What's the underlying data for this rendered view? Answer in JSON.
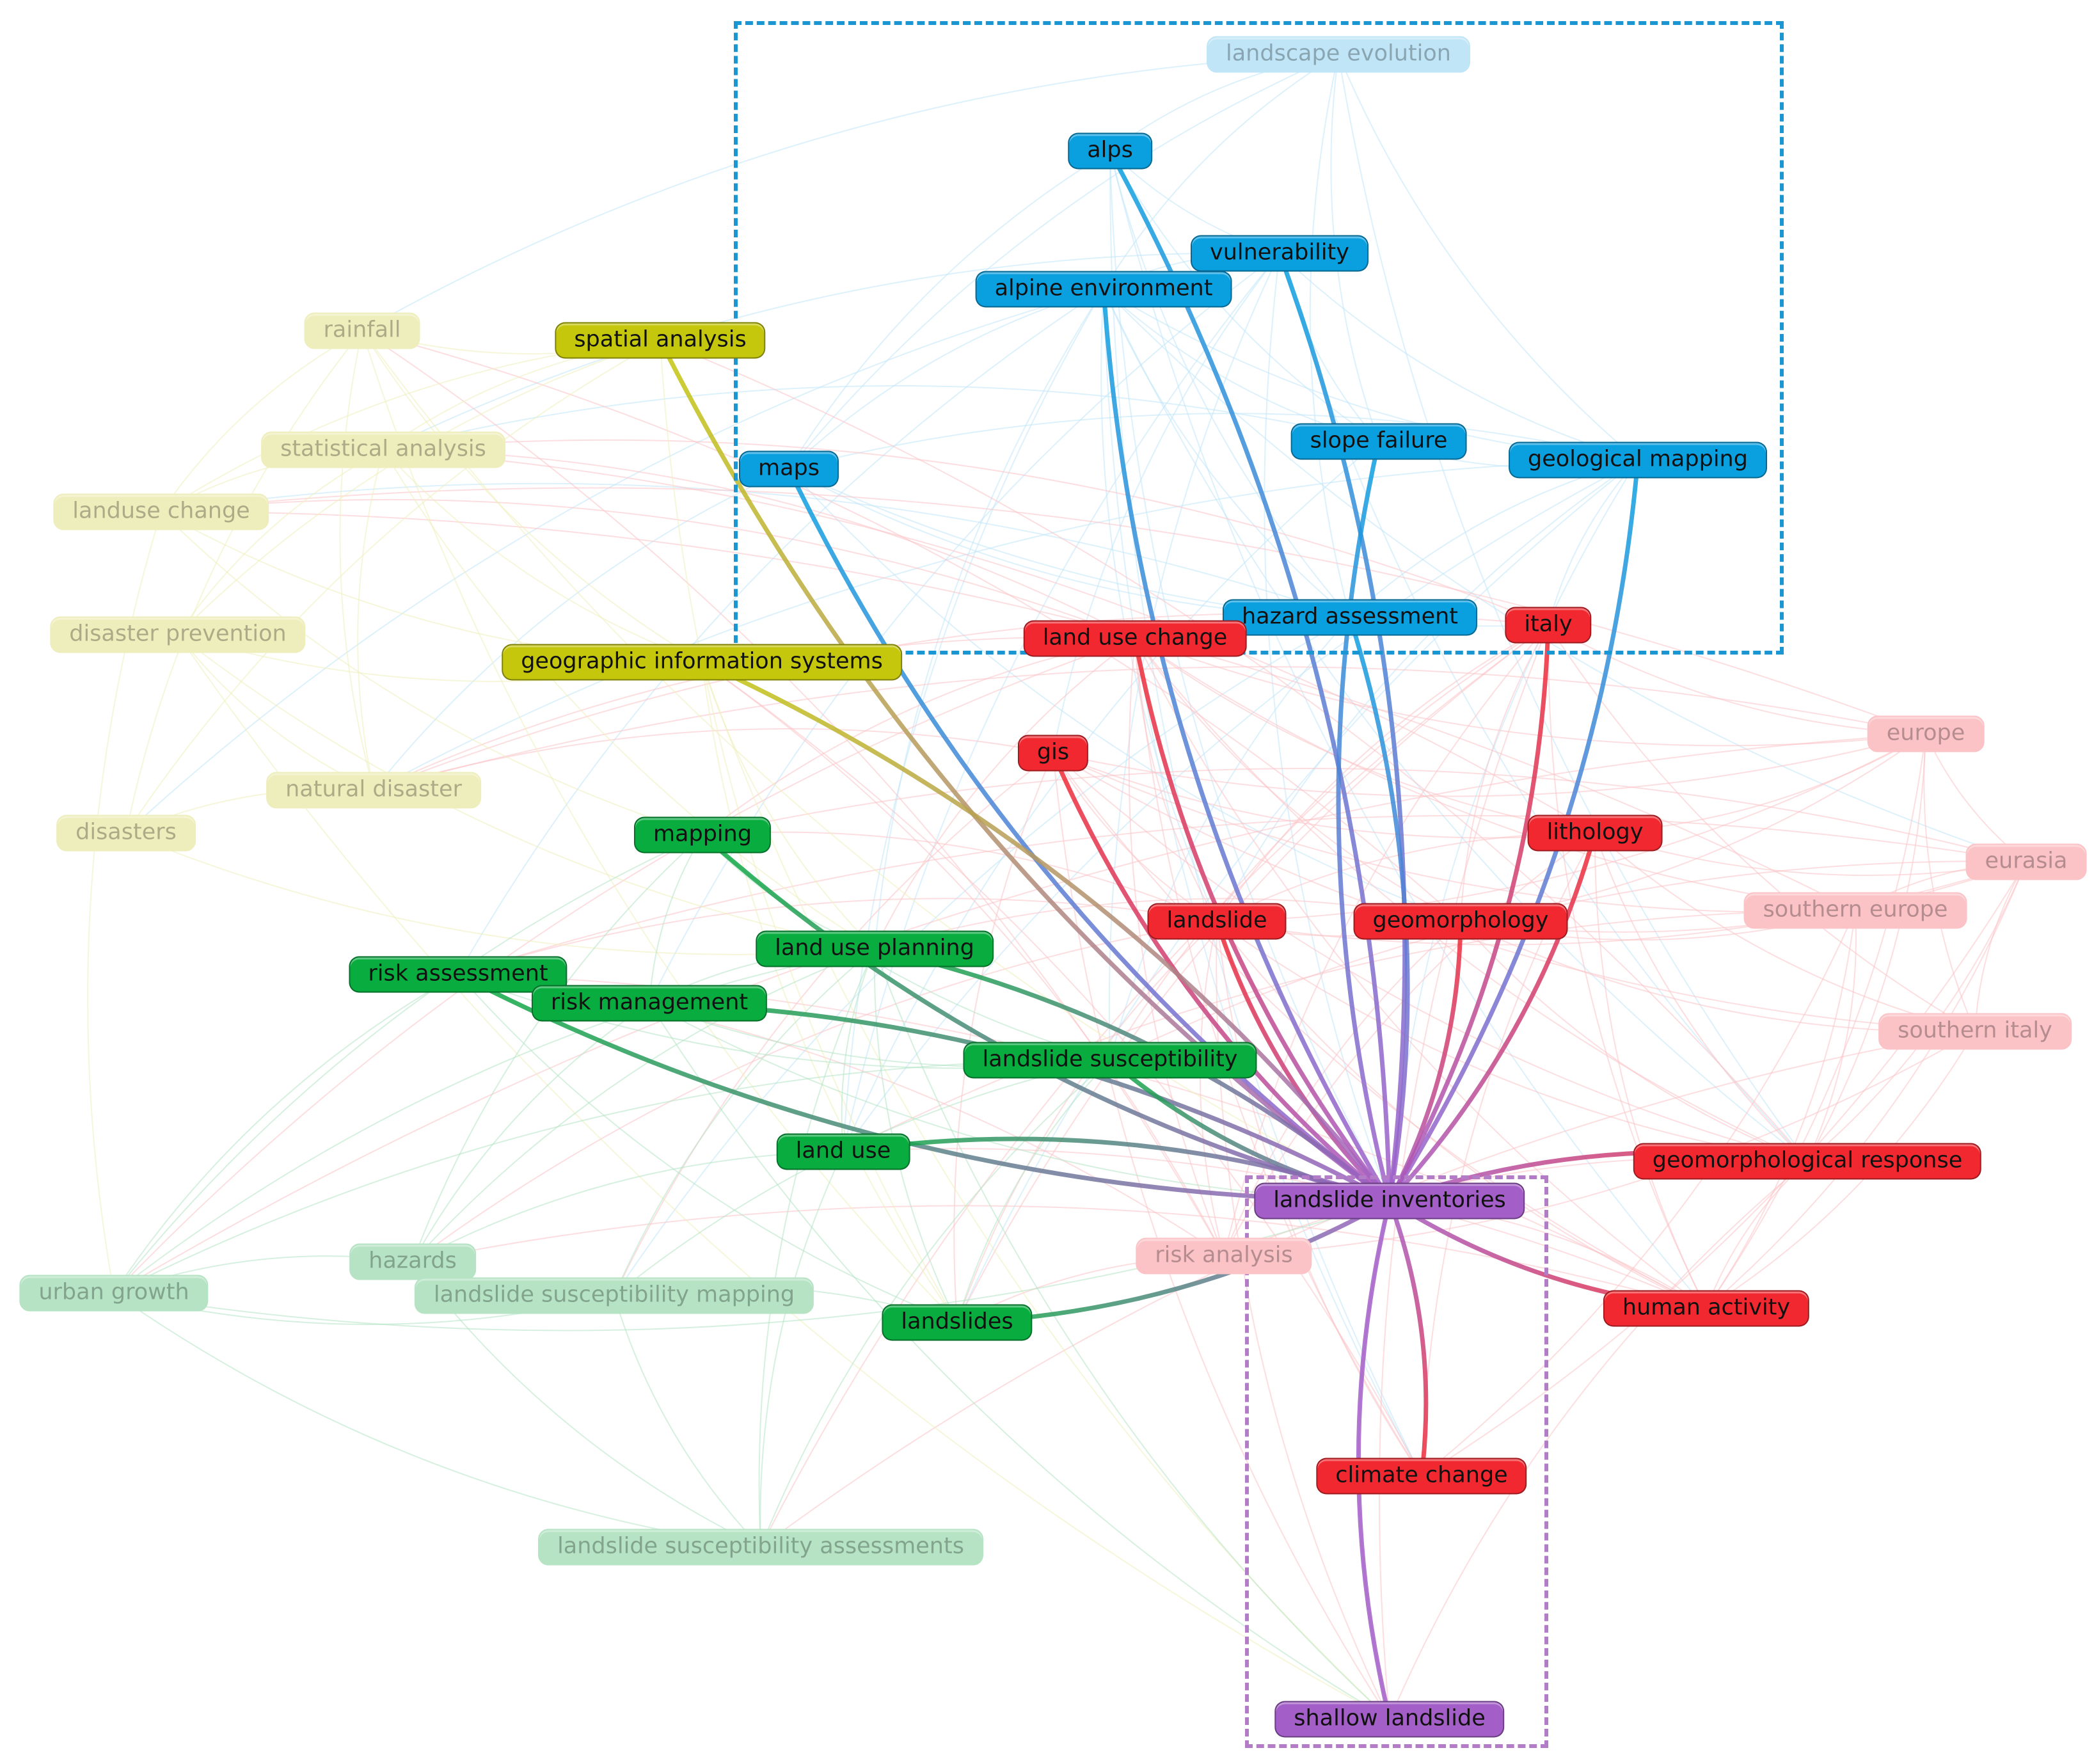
{
  "colors": {
    "blue": "#0aa0e0",
    "blue_light": "#bfe5f7",
    "red": "#f22830",
    "red_light": "#fbc3c6",
    "green": "#09ac3f",
    "green_light": "#b5e3c4",
    "yellow": "#c4c70c",
    "yellow_light": "#eeeebc",
    "purple": "#a35ec8",
    "frame_blue": "#1a96d2",
    "frame_purple": "#b27cc6"
  },
  "nodes": [
    {
      "id": "landscape_evolution",
      "label": "landscape evolution",
      "cluster": "blue",
      "faded": true
    },
    {
      "id": "alps",
      "label": "alps",
      "cluster": "blue",
      "faded": false
    },
    {
      "id": "vulnerability",
      "label": "vulnerability",
      "cluster": "blue",
      "faded": false
    },
    {
      "id": "alpine_environment",
      "label": "alpine environment",
      "cluster": "blue",
      "faded": false
    },
    {
      "id": "slope_failure",
      "label": "slope failure",
      "cluster": "blue",
      "faded": false
    },
    {
      "id": "geological_mapping",
      "label": "geological mapping",
      "cluster": "blue",
      "faded": false
    },
    {
      "id": "maps",
      "label": "maps",
      "cluster": "blue",
      "faded": false
    },
    {
      "id": "hazard_assessment",
      "label": "hazard assessment",
      "cluster": "blue",
      "faded": false
    },
    {
      "id": "land_use_change",
      "label": "land use change",
      "cluster": "red",
      "faded": false
    },
    {
      "id": "italy",
      "label": "italy",
      "cluster": "red",
      "faded": false
    },
    {
      "id": "gis",
      "label": "gis",
      "cluster": "red",
      "faded": false
    },
    {
      "id": "lithology",
      "label": "lithology",
      "cluster": "red",
      "faded": false
    },
    {
      "id": "landslide",
      "label": "landslide",
      "cluster": "red",
      "faded": false
    },
    {
      "id": "geomorphology",
      "label": "geomorphology",
      "cluster": "red",
      "faded": false
    },
    {
      "id": "geomorphological_response",
      "label": "geomorphological response",
      "cluster": "red",
      "faded": false
    },
    {
      "id": "human_activity",
      "label": "human activity",
      "cluster": "red",
      "faded": false
    },
    {
      "id": "climate_change",
      "label": "climate change",
      "cluster": "red",
      "faded": false
    },
    {
      "id": "risk_analysis",
      "label": "risk analysis",
      "cluster": "red",
      "faded": true
    },
    {
      "id": "europe",
      "label": "europe",
      "cluster": "red",
      "faded": true
    },
    {
      "id": "eurasia",
      "label": "eurasia",
      "cluster": "red",
      "faded": true
    },
    {
      "id": "southern_europe",
      "label": "southern europe",
      "cluster": "red",
      "faded": true
    },
    {
      "id": "southern_italy",
      "label": "southern italy",
      "cluster": "red",
      "faded": true
    },
    {
      "id": "rainfall",
      "label": "rainfall",
      "cluster": "yellow",
      "faded": true
    },
    {
      "id": "spatial_analysis",
      "label": "spatial analysis",
      "cluster": "yellow",
      "faded": false
    },
    {
      "id": "statistical_analysis",
      "label": "statistical analysis",
      "cluster": "yellow",
      "faded": true
    },
    {
      "id": "landuse_change",
      "label": "landuse change",
      "cluster": "yellow",
      "faded": true
    },
    {
      "id": "disaster_prevention",
      "label": "disaster prevention",
      "cluster": "yellow",
      "faded": true
    },
    {
      "id": "geographic_information_systems",
      "label": "geographic information systems",
      "cluster": "yellow",
      "faded": false
    },
    {
      "id": "natural_disaster",
      "label": "natural disaster",
      "cluster": "yellow",
      "faded": true
    },
    {
      "id": "disasters",
      "label": "disasters",
      "cluster": "yellow",
      "faded": true
    },
    {
      "id": "mapping",
      "label": "mapping",
      "cluster": "green",
      "faded": false
    },
    {
      "id": "land_use_planning",
      "label": "land use planning",
      "cluster": "green",
      "faded": false
    },
    {
      "id": "risk_assessment",
      "label": "risk assessment",
      "cluster": "green",
      "faded": false
    },
    {
      "id": "risk_management",
      "label": "risk management",
      "cluster": "green",
      "faded": false
    },
    {
      "id": "landslide_susceptibility",
      "label": "landslide susceptibility",
      "cluster": "green",
      "faded": false
    },
    {
      "id": "land_use",
      "label": "land use",
      "cluster": "green",
      "faded": false
    },
    {
      "id": "landslides",
      "label": "landslides",
      "cluster": "green",
      "faded": false
    },
    {
      "id": "hazards",
      "label": "hazards",
      "cluster": "green",
      "faded": true
    },
    {
      "id": "urban_growth",
      "label": "urban growth",
      "cluster": "green",
      "faded": true
    },
    {
      "id": "landslide_susceptibility_mapping",
      "label": "landslide susceptibility mapping",
      "cluster": "green",
      "faded": true
    },
    {
      "id": "landslide_susceptibility_assessments",
      "label": "landslide susceptibility assessments",
      "cluster": "green",
      "faded": true
    },
    {
      "id": "landslide_inventories",
      "label": "landslide inventories",
      "cluster": "purple",
      "faded": false
    },
    {
      "id": "shallow_landslide",
      "label": "shallow landslide",
      "cluster": "purple",
      "faded": false
    }
  ],
  "strong_links": [
    [
      "landslide_inventories",
      "alps"
    ],
    [
      "landslide_inventories",
      "alpine_environment"
    ],
    [
      "landslide_inventories",
      "vulnerability"
    ],
    [
      "landslide_inventories",
      "slope_failure"
    ],
    [
      "landslide_inventories",
      "geological_mapping"
    ],
    [
      "landslide_inventories",
      "maps"
    ],
    [
      "landslide_inventories",
      "hazard_assessment"
    ],
    [
      "landslide_inventories",
      "land_use_change"
    ],
    [
      "landslide_inventories",
      "italy"
    ],
    [
      "landslide_inventories",
      "gis"
    ],
    [
      "landslide_inventories",
      "lithology"
    ],
    [
      "landslide_inventories",
      "landslide"
    ],
    [
      "landslide_inventories",
      "geomorphology"
    ],
    [
      "landslide_inventories",
      "geomorphological_response"
    ],
    [
      "landslide_inventories",
      "human_activity"
    ],
    [
      "landslide_inventories",
      "climate_change"
    ],
    [
      "landslide_inventories",
      "shallow_landslide"
    ],
    [
      "landslide_inventories",
      "spatial_analysis"
    ],
    [
      "landslide_inventories",
      "geographic_information_systems"
    ],
    [
      "landslide_inventories",
      "mapping"
    ],
    [
      "landslide_inventories",
      "land_use_planning"
    ],
    [
      "landslide_inventories",
      "risk_assessment"
    ],
    [
      "landslide_inventories",
      "risk_management"
    ],
    [
      "landslide_inventories",
      "landslide_susceptibility"
    ],
    [
      "landslide_inventories",
      "land_use"
    ],
    [
      "landslide_inventories",
      "landslides"
    ]
  ]
}
